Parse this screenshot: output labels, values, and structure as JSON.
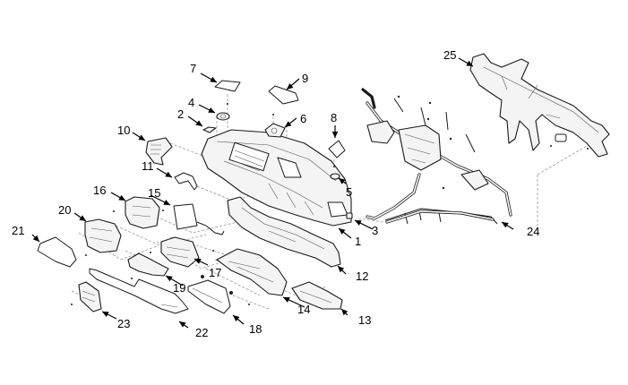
{
  "diagram": {
    "title": "Crash pad (instrument panel) assembly – exploded view",
    "callouts": [
      {
        "id": "1",
        "label": "1",
        "part": "crash-pad-main-panel"
      },
      {
        "id": "2",
        "label": "2",
        "part": "small-cover"
      },
      {
        "id": "3",
        "label": "3",
        "part": "switch-knob"
      },
      {
        "id": "4",
        "label": "4",
        "part": "speaker"
      },
      {
        "id": "5",
        "label": "5",
        "part": "sensor"
      },
      {
        "id": "6",
        "label": "6",
        "part": "side-speaker"
      },
      {
        "id": "7",
        "label": "7",
        "part": "speaker-grille"
      },
      {
        "id": "8",
        "label": "8",
        "part": "sensor-cover"
      },
      {
        "id": "9",
        "label": "9",
        "part": "passenger-airbag-cover"
      },
      {
        "id": "10",
        "label": "10",
        "part": "side-air-vent"
      },
      {
        "id": "11",
        "label": "11",
        "part": "cluster-bracket"
      },
      {
        "id": "12",
        "label": "12",
        "part": "center-lower-panel"
      },
      {
        "id": "13",
        "label": "13",
        "part": "lower-cover"
      },
      {
        "id": "14",
        "label": "14",
        "part": "lower-crash-pad-panel"
      },
      {
        "id": "15",
        "label": "15",
        "part": "knee-airbag-module"
      },
      {
        "id": "16",
        "label": "16",
        "part": "instrument-cluster"
      },
      {
        "id": "17",
        "label": "17",
        "part": "airbag-module"
      },
      {
        "id": "18",
        "label": "18",
        "part": "glove-box"
      },
      {
        "id": "19",
        "label": "19",
        "part": "air-duct"
      },
      {
        "id": "20",
        "label": "20",
        "part": "cluster-housing"
      },
      {
        "id": "21",
        "label": "21",
        "part": "cluster-lens"
      },
      {
        "id": "22",
        "label": "22",
        "part": "garnish-trim"
      },
      {
        "id": "23",
        "label": "23",
        "part": "switch-panel"
      },
      {
        "id": "24",
        "label": "24",
        "part": "wiring-harness"
      },
      {
        "id": "25",
        "label": "25",
        "part": "cowl-cross-bar"
      }
    ]
  }
}
